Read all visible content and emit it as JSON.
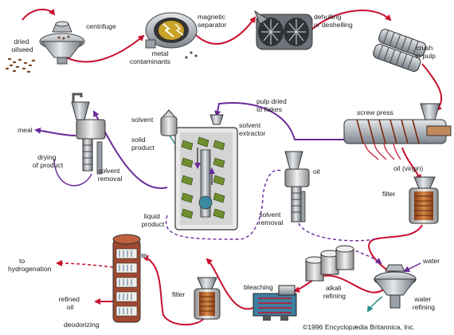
{
  "labels": {
    "dried_oilseed": [
      "dried",
      "oilseed"
    ],
    "centrifuge": "centrifuge",
    "magnetic_separator": [
      "magnetic",
      "separator"
    ],
    "metal_contaminants": [
      "metal",
      "contaminants"
    ],
    "dehulling": [
      "dehulling",
      "or deshelling"
    ],
    "crush_to_pulp": [
      "crush",
      "to pulp"
    ],
    "screw_press": "screw press",
    "pulp_dried_to_flakes": [
      "pulp dried",
      "to flakes"
    ],
    "solvent": "solvent",
    "solvent_extractor": [
      "solvent",
      "extractor"
    ],
    "solid_product": [
      "solid",
      "product"
    ],
    "liquid_product": [
      "liquid",
      "product"
    ],
    "meal": "meal",
    "drying_of_product": [
      "drying",
      "of product"
    ],
    "solvent_removal_left": [
      "solvent",
      "removal"
    ],
    "oil": "oil",
    "solvent_removal_mid": [
      "solvent",
      "removal"
    ],
    "oil_virgin": "oil (virgin)",
    "filter_right": "filter",
    "water": "water",
    "water_refining": [
      "water",
      "refining"
    ],
    "alkali_refining": [
      "alkali",
      "refining"
    ],
    "bleaching": "bleaching",
    "filter_bottom": "filter",
    "refined_oil": [
      "refined",
      "oil"
    ],
    "deodorizing": "deodorizing",
    "to_hydrogenation": [
      "to",
      "hydrogenation"
    ],
    "copyright": "©1996 Encyclopædia Britannica, Inc."
  },
  "colors": {
    "flow_red": "#c8102e",
    "flow_purple": "#6a2a9a",
    "flow_dashed": "#6a2a9a",
    "metal_steel": "#9aa0a8",
    "oil_brown": "#a0522d",
    "tank_gray": "#c8c8c8",
    "water_teal": "#2a8f8f",
    "flake_green": "#6f8f2f"
  }
}
